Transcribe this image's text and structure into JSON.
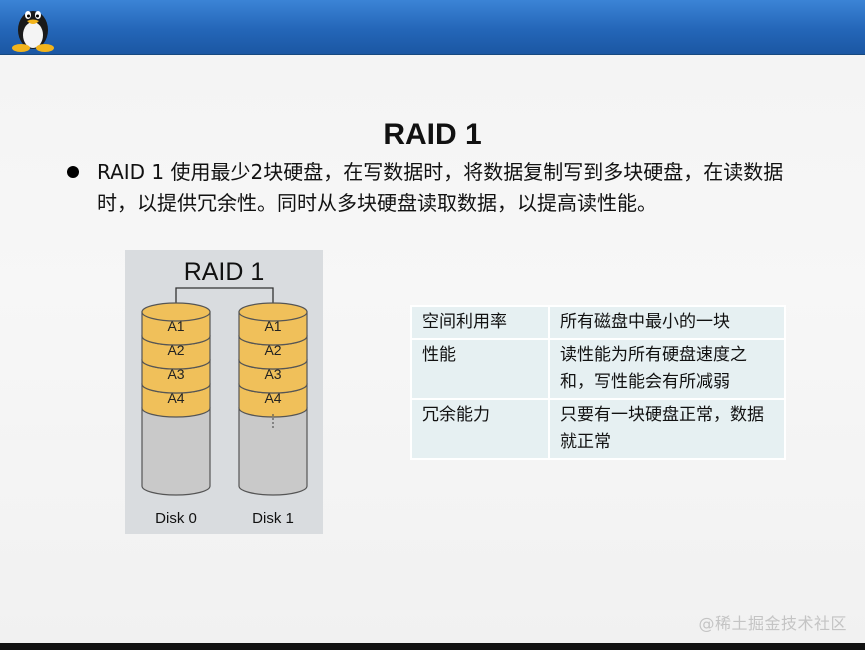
{
  "slide": {
    "title": "RAID 1",
    "bullet": "RAID 1 使用最少2块硬盘，在写数据时，将数据复制写到多块硬盘，在读数据时，以提供冗余性。同时从多块硬盘读取数据，以提高读性能。"
  },
  "diagram": {
    "title": "RAID 1",
    "disks": [
      {
        "label": "Disk 0",
        "blocks": [
          "A1",
          "A2",
          "A3",
          "A4"
        ]
      },
      {
        "label": "Disk 1",
        "blocks": [
          "A1",
          "A2",
          "A3",
          "A4"
        ]
      }
    ],
    "colors": {
      "block": "#f0c05a",
      "disk": "#c9c9c9",
      "background": "#d9dcdf"
    }
  },
  "table": {
    "rows": [
      {
        "key": "空间利用率",
        "value": "所有磁盘中最小的一块"
      },
      {
        "key": "性能",
        "value": "读性能为所有硬盘速度之和，写性能会有所减弱"
      },
      {
        "key": "冗余能力",
        "value": "只要有一块硬盘正常，数据就正常"
      }
    ]
  },
  "watermark": "@稀土掘金技术社区"
}
